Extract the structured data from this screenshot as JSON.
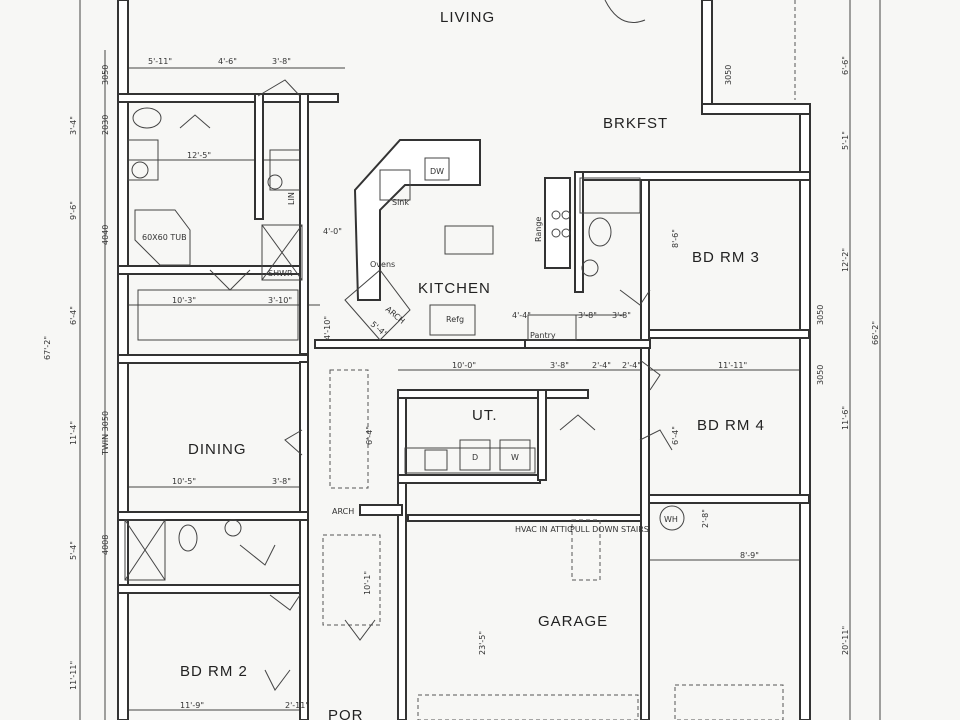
{
  "rooms": {
    "living": "LIVING",
    "brkfst": "BRKFST",
    "bd_rm_3": "BD RM 3",
    "bd_rm_4": "BD RM 4",
    "kitchen": "KITCHEN",
    "dining": "DINING",
    "ut": "UT.",
    "garage": "GARAGE",
    "bd_rm_2": "BD RM 2",
    "por": "POR"
  },
  "fixtures": {
    "tub": "60X60 TUB",
    "shwr": "SHWR",
    "dw": "DW",
    "sink": "Sink",
    "range": "Range",
    "ovens": "Ovens",
    "arch": "ARCH",
    "arch2": "ARCH",
    "refg": "Refg",
    "pantry": "Pantry",
    "lin": "LIN",
    "wh": "WH",
    "d": "D",
    "w": "W",
    "hvac": "HVAC IN ATTIC",
    "pull_down": "PULL DOWN STAIRS"
  },
  "windows": {
    "w3050_a": "3050",
    "w2030": "2030",
    "w4040": "4040",
    "twin3050": "TWIN 3050",
    "w4008": "4008",
    "w3050_b": "3050",
    "w3050_c": "3050",
    "w3050_d": "3050"
  },
  "dimensions": {
    "d1": "5'-11\"",
    "d2": "4'-6\"",
    "d3": "3'-8\"",
    "d4": "12'-5\"",
    "d5": "10'-3\"",
    "d6": "3'-10\"",
    "d7": "10'-5\"",
    "d8": "3'-8\"",
    "d9": "10'-0\"",
    "d10": "3'-8\"",
    "d11": "2'-4\"",
    "d12": "2'-4\"",
    "d13": "11'-11\"",
    "d14": "8'-9\"",
    "d15": "11'-9\"",
    "d16": "2'-11\"",
    "d17": "4'-0\"",
    "d18": "5'-4\"",
    "d19": "4'-10\"",
    "d20": "4'-4\"",
    "d21": "3'-8\"",
    "d22": "3'-8\"",
    "d23": "6'-4\"",
    "d24": "10'-1\"",
    "d25": "23'-5\"",
    "l1": "3'-4\"",
    "l2": "9'-6\"",
    "l3": "6'-4\"",
    "l4": "67'-2\"",
    "l5": "11'-4\"",
    "l6": "5'-4\"",
    "l7": "11'-11\"",
    "r1": "6'-6\"",
    "r2": "5'-1\"",
    "r3": "12'-2\"",
    "r4": "66'-2\"",
    "r5": "11'-6\"",
    "r6": "20'-11\"",
    "v1": "8'-6\"",
    "v2": "6'-4\"",
    "v3": "2'-8\""
  }
}
